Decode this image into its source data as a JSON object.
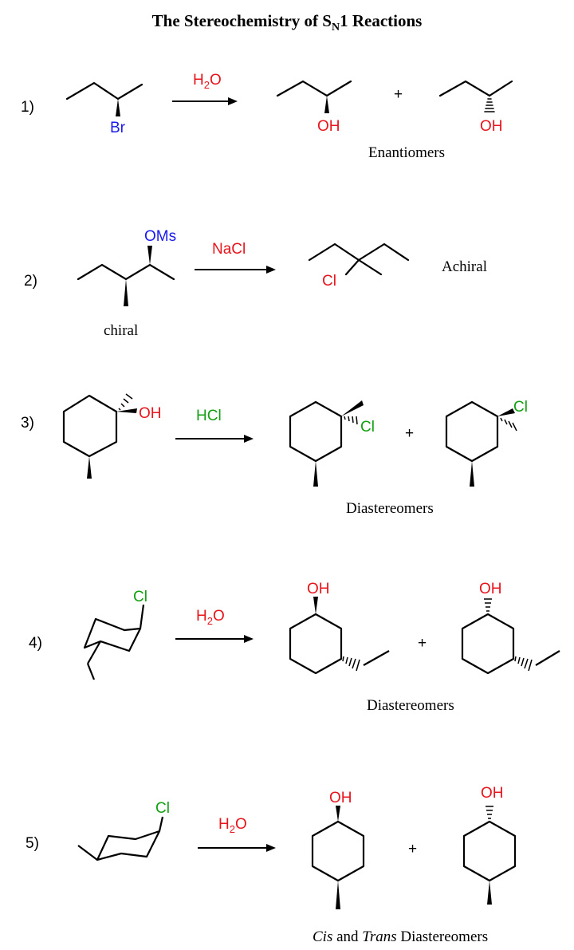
{
  "title": {
    "prefix": "The Stereochemistry of S",
    "subscript": "N",
    "suffix": "1 Reactions"
  },
  "atom_colors": {
    "red": "#e8141b",
    "blue": "#1a1aee",
    "green": "#12a012"
  },
  "reactions": [
    {
      "number": "1)",
      "reactant_labels": [
        "Br"
      ],
      "reagent": {
        "main": "H",
        "sub": "2",
        "tail": "O"
      },
      "products": [
        {
          "labels": [
            "OH"
          ]
        },
        {
          "labels": [
            "OH"
          ]
        }
      ],
      "plus": "+",
      "caption": "Enantiomers"
    },
    {
      "number": "2)",
      "reactant_labels": [
        "OMs"
      ],
      "reactant_note": "chiral",
      "reagent": {
        "main": "NaCl"
      },
      "products": [
        {
          "labels": [
            "Cl"
          ]
        }
      ],
      "caption": "Achiral"
    },
    {
      "number": "3)",
      "reactant_labels": [
        "OH"
      ],
      "reagent": {
        "main": "HCl"
      },
      "products": [
        {
          "labels": [
            "Cl"
          ]
        },
        {
          "labels": [
            "Cl"
          ]
        }
      ],
      "plus": "+",
      "caption": "Diastereomers"
    },
    {
      "number": "4)",
      "reactant_labels": [
        "Cl"
      ],
      "reagent": {
        "main": "H",
        "sub": "2",
        "tail": "O"
      },
      "products": [
        {
          "labels": [
            "OH"
          ]
        },
        {
          "labels": [
            "OH"
          ]
        }
      ],
      "plus": "+",
      "caption": "Diastereomers"
    },
    {
      "number": "5)",
      "reactant_labels": [
        "Cl"
      ],
      "reagent": {
        "main": "H",
        "sub": "2",
        "tail": "O"
      },
      "products": [
        {
          "labels": [
            "OH"
          ]
        },
        {
          "labels": [
            "OH"
          ]
        }
      ],
      "plus": "+",
      "caption_parts": [
        "Cis",
        " and ",
        "Trans",
        " Diastereomers"
      ]
    }
  ]
}
